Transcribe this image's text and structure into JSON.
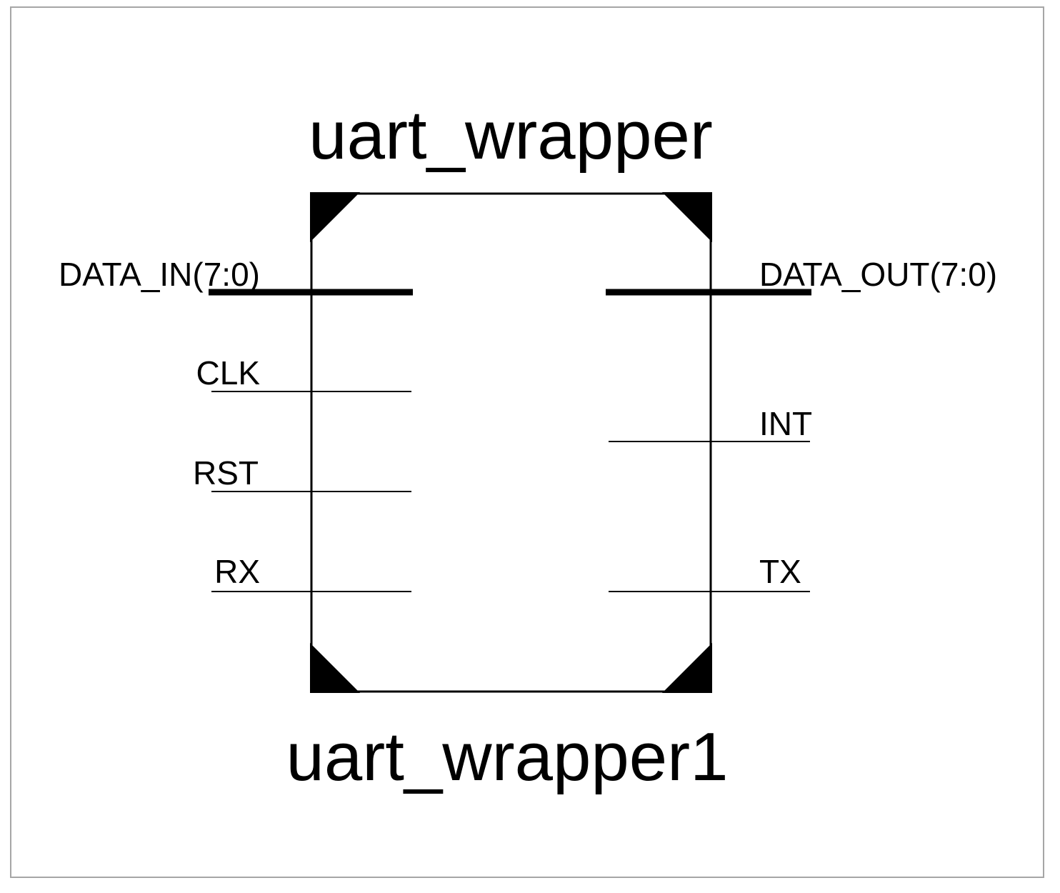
{
  "component": {
    "entity_name": "uart_wrapper",
    "instance_name": "uart_wrapper1"
  },
  "ports": {
    "inputs": [
      {
        "name": "DATA_IN(7:0)",
        "bus": true
      },
      {
        "name": "CLK",
        "bus": false
      },
      {
        "name": "RST",
        "bus": false
      },
      {
        "name": "RX",
        "bus": false
      }
    ],
    "outputs": [
      {
        "name": "DATA_OUT(7:0)",
        "bus": true
      },
      {
        "name": "INT",
        "bus": false
      },
      {
        "name": "TX",
        "bus": false
      }
    ]
  },
  "colors": {
    "line": "#000000",
    "frame": "#a6a6a6",
    "background": "#ffffff"
  }
}
